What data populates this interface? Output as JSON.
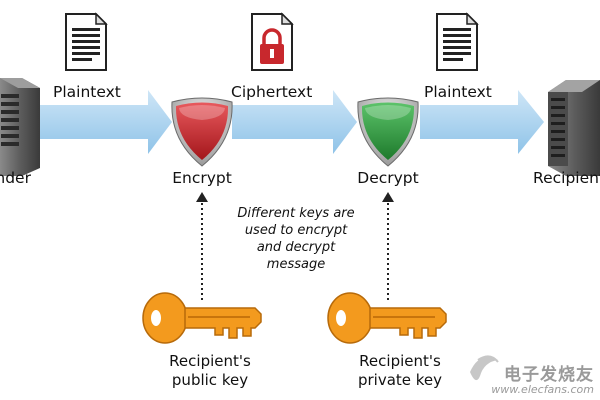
{
  "flow": {
    "sender_label": "Sender",
    "plaintext_left_label": "Plaintext",
    "ciphertext_label": "Ciphertext",
    "plaintext_right_label": "Plaintext",
    "encrypt_label": "Encrypt",
    "decrypt_label": "Decrypt",
    "recipient_label": "Recipient"
  },
  "note": {
    "lines": [
      "Different keys are",
      "used to encrypt",
      "and decrypt",
      "message"
    ]
  },
  "keys": {
    "public": {
      "line1": "Recipient's",
      "line2": "public key"
    },
    "private": {
      "line1": "Recipient's",
      "line2": "private key"
    }
  },
  "watermark": {
    "main": "电子发烧友",
    "url": "www.elecfans.com"
  },
  "colors": {
    "arrow": "#a9d3ef",
    "encrypt_shield": "#c8282d",
    "decrypt_shield": "#2f9a3e",
    "key": "#f39a1e",
    "lock": "#c8282d"
  },
  "icons": {
    "server": "server-icon",
    "document": "document-icon",
    "locked_document": "locked-document-icon",
    "shield": "shield-icon",
    "key": "key-icon"
  }
}
